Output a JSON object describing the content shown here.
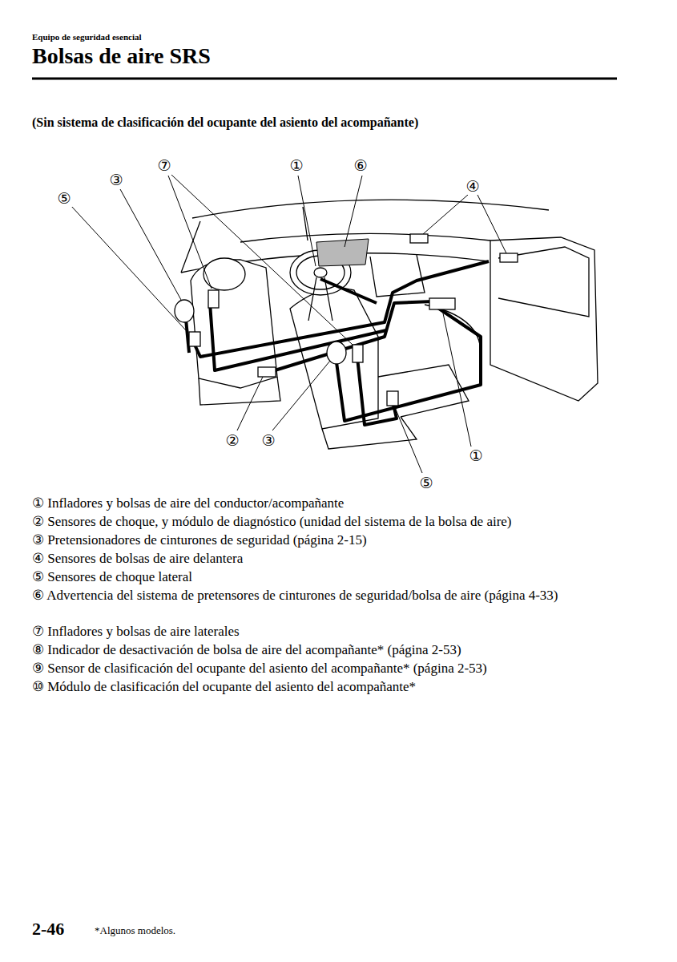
{
  "diagram": {
    "title": "Bolsas de aire SRS",
    "labels": [
      "Equipo de seguridad esencial",
      "(Sin sistema de clasificación del ocupante del asiento del acompañante)",
      "⑤",
      "③",
      "⑦",
      "①",
      "⑥",
      "④",
      "②",
      "③",
      "①",
      "⑤",
      "① Infladores y bolsas de aire del conductor/acompañante",
      "② Sensores de choque, y módulo de diagnóstico (unidad del sistema de la bolsa de aire)",
      "③ Pretensionadores de cinturones de seguridad (página 2-15)",
      "④ Sensores de bolsas de aire delantera",
      "⑤ Sensores de choque lateral",
      "⑥ Advertencia del sistema de pretensores de cinturones de seguridad/bolsa de aire (página 4-33)",
      "⑦ Infladores y bolsas de aire laterales",
      "⑧ Indicador de desactivación de bolsa de aire del acompañante* (página 2-53)",
      "⑨ Sensor de clasificación del ocupante del asiento del acompañante* (página 2-53)",
      "⑩ Módulo de clasificación del ocupante del asiento del acompañante*",
      "2-46",
      "*Algunos modelos."
    ]
  }
}
